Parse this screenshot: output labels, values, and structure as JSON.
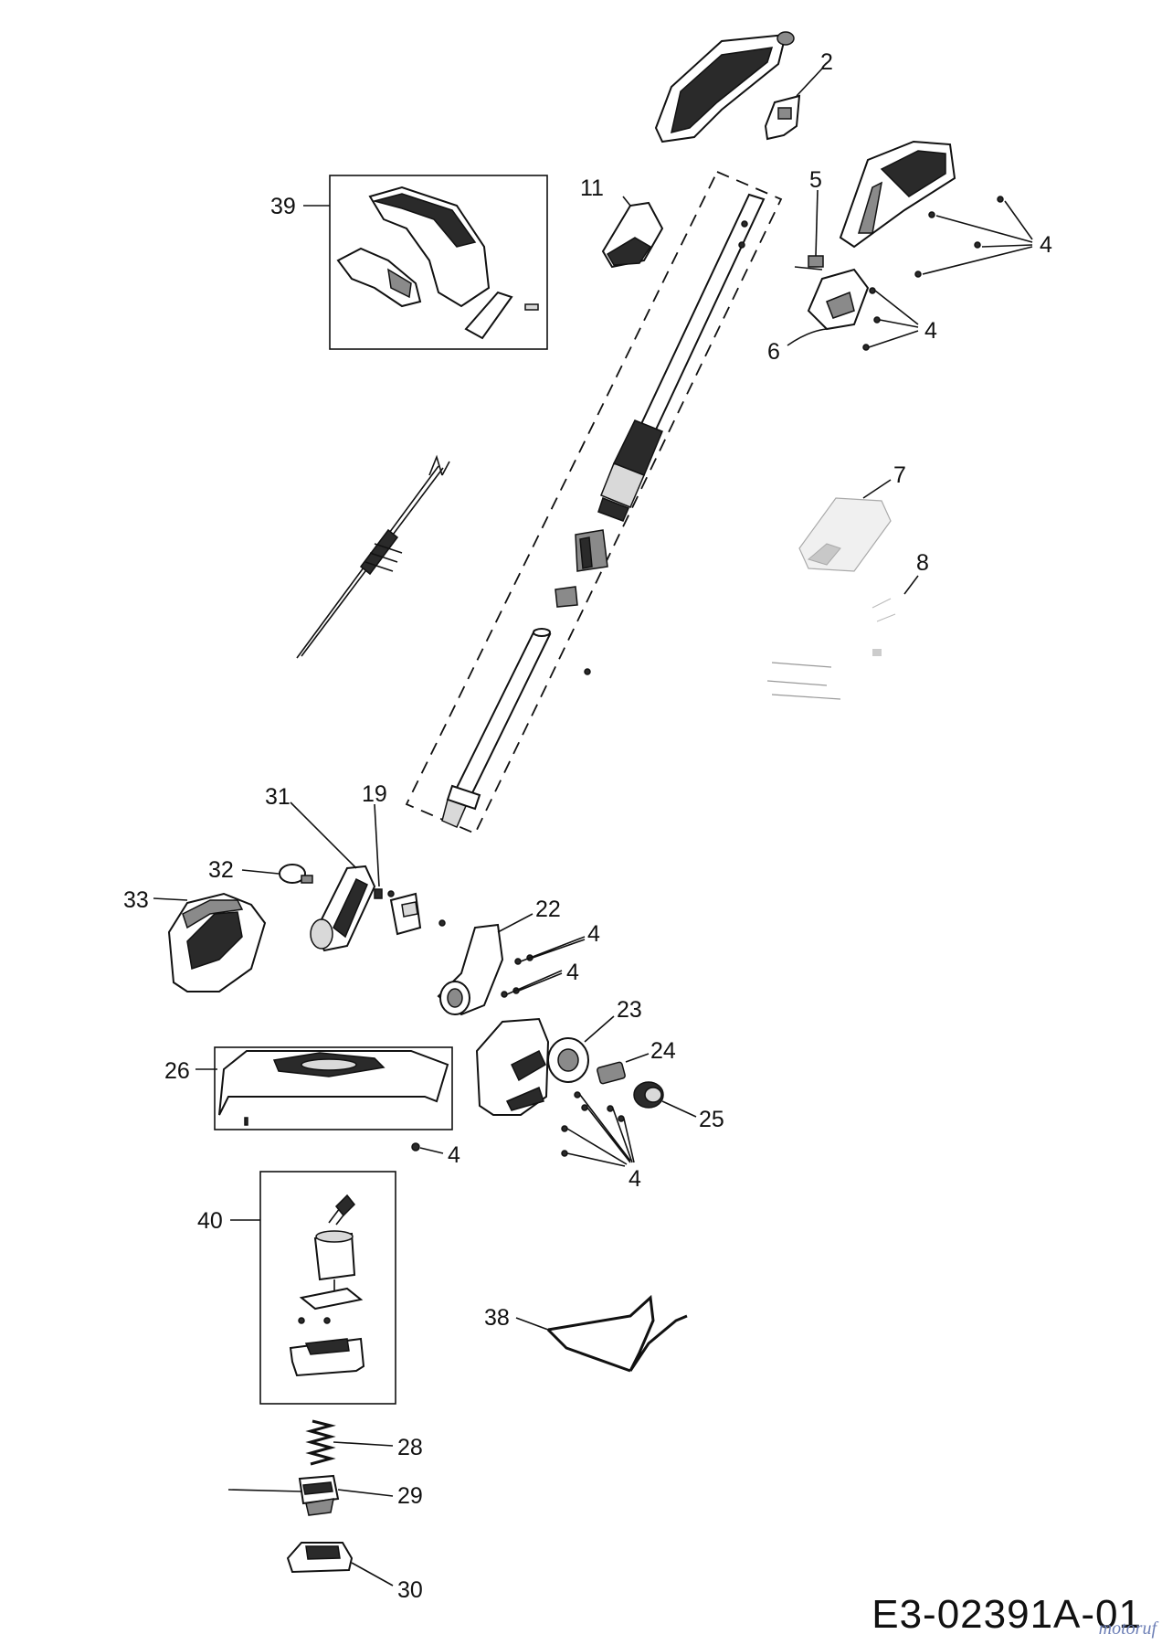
{
  "diagram": {
    "code": "E3-02391A-01",
    "watermark": "motoruf",
    "labels": {
      "l2": "2",
      "l4a": "4",
      "l4b": "4",
      "l4c": "4",
      "l4d": "4",
      "l4e": "4",
      "l4f": "4",
      "l5": "5",
      "l6": "6",
      "l7": "7",
      "l8": "8",
      "l11": "11",
      "l19": "19",
      "l22": "22",
      "l23": "23",
      "l24": "24",
      "l25": "25",
      "l26": "26",
      "l28": "28",
      "l29": "29",
      "l30": "30",
      "l31": "31",
      "l32": "32",
      "l33": "33",
      "l38": "38",
      "l39": "39",
      "l40": "40"
    }
  }
}
